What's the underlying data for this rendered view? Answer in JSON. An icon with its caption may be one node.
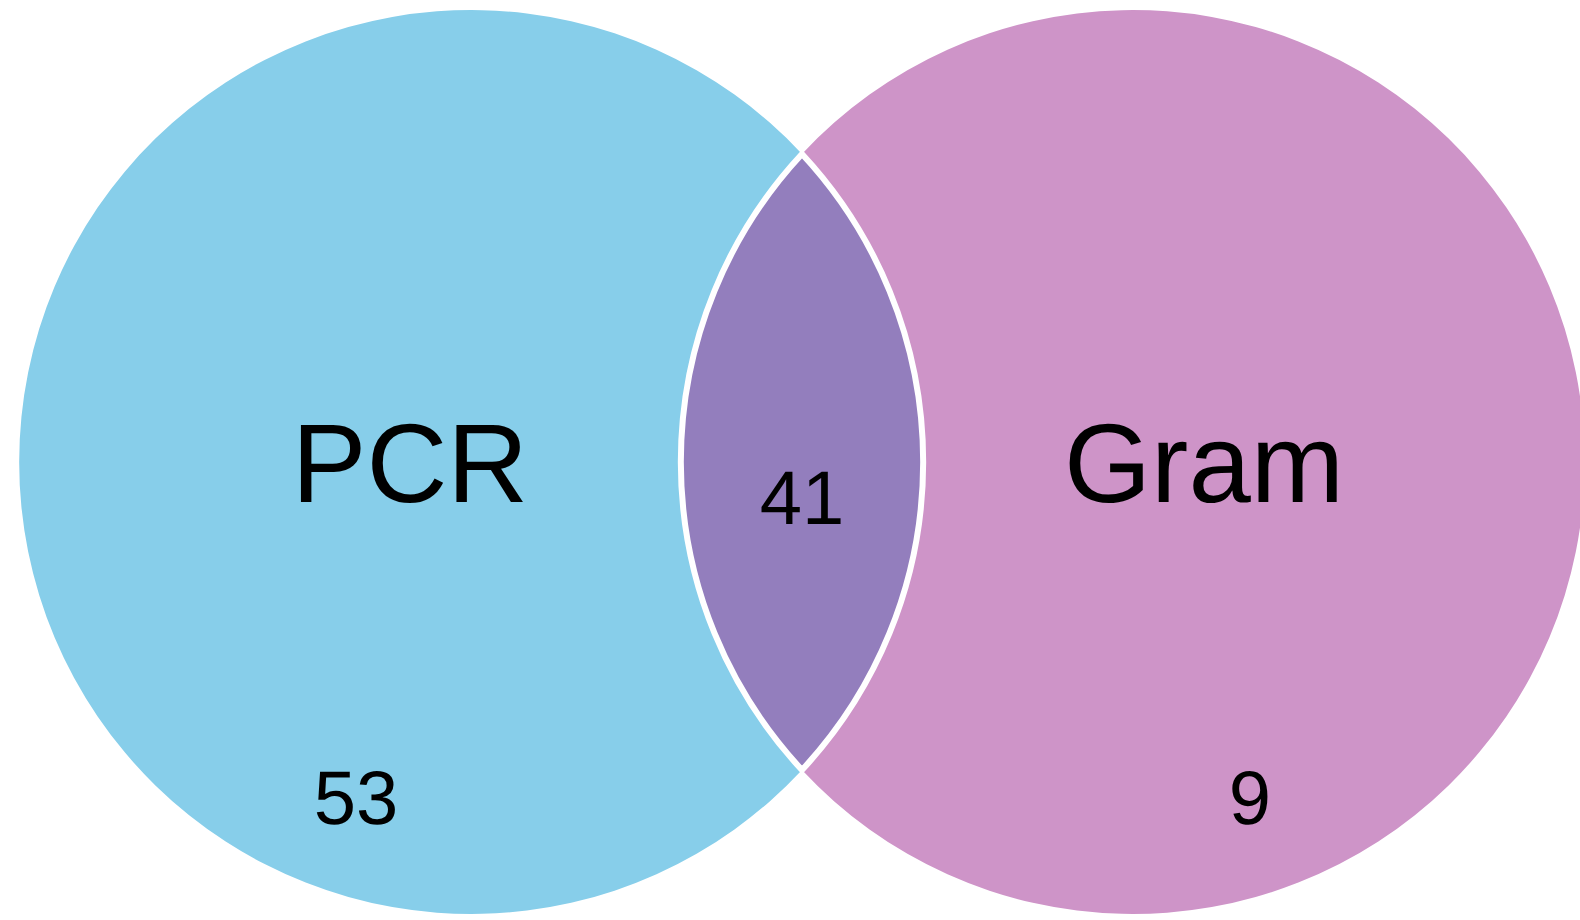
{
  "diagram": {
    "nodes": [
      {
        "text": [
          "PCR",
          "53"
        ]
      },
      {
        "text": [
          "Gram",
          "9"
        ]
      },
      {
        "text": [
          "41"
        ]
      }
    ]
  }
}
